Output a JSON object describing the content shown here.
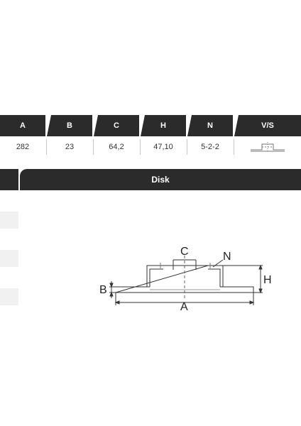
{
  "table": {
    "headers": [
      "A",
      "B",
      "C",
      "H",
      "N",
      "V/S"
    ],
    "values": [
      "282",
      "23",
      "64,2",
      "47,10",
      "5-2-2"
    ],
    "vs_icon": "vented-disc-profile-icon"
  },
  "section": {
    "title": "Disk"
  },
  "drawing": {
    "labels": {
      "a": "A",
      "b": "B",
      "c": "C",
      "h": "H",
      "n": "N"
    }
  }
}
